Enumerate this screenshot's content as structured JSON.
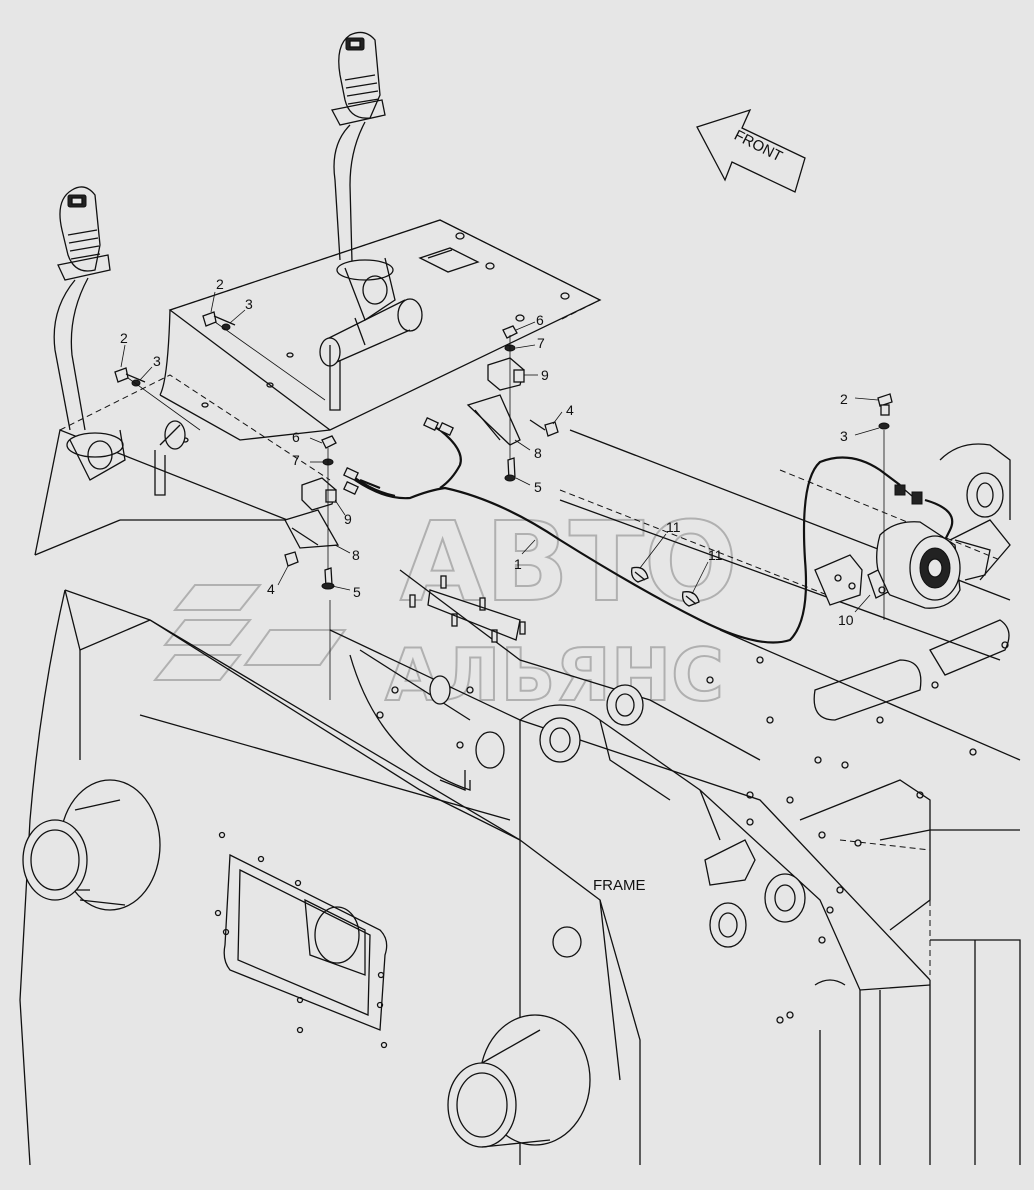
{
  "diagram": {
    "front_label": "FRONT",
    "frame_label": "FRAME",
    "watermark": {
      "line1": "АВТО",
      "line2": "АЛЬЯНС"
    },
    "callouts": [
      {
        "id": "c2a",
        "text": "2"
      },
      {
        "id": "c3a",
        "text": "3"
      },
      {
        "id": "c2b",
        "text": "2"
      },
      {
        "id": "c3b",
        "text": "3"
      },
      {
        "id": "c6a",
        "text": "6"
      },
      {
        "id": "c7a",
        "text": "7"
      },
      {
        "id": "c9a",
        "text": "9"
      },
      {
        "id": "c4a",
        "text": "4"
      },
      {
        "id": "c8a",
        "text": "8"
      },
      {
        "id": "c5a",
        "text": "5"
      },
      {
        "id": "c6b",
        "text": "6"
      },
      {
        "id": "c7b",
        "text": "7"
      },
      {
        "id": "c9b",
        "text": "9"
      },
      {
        "id": "c8b",
        "text": "8"
      },
      {
        "id": "c4b",
        "text": "4"
      },
      {
        "id": "c5b",
        "text": "5"
      },
      {
        "id": "c1",
        "text": "1"
      },
      {
        "id": "c11a",
        "text": "11"
      },
      {
        "id": "c11b",
        "text": "11"
      },
      {
        "id": "c2c",
        "text": "2"
      },
      {
        "id": "c3c",
        "text": "3"
      },
      {
        "id": "c10",
        "text": "10"
      }
    ]
  }
}
